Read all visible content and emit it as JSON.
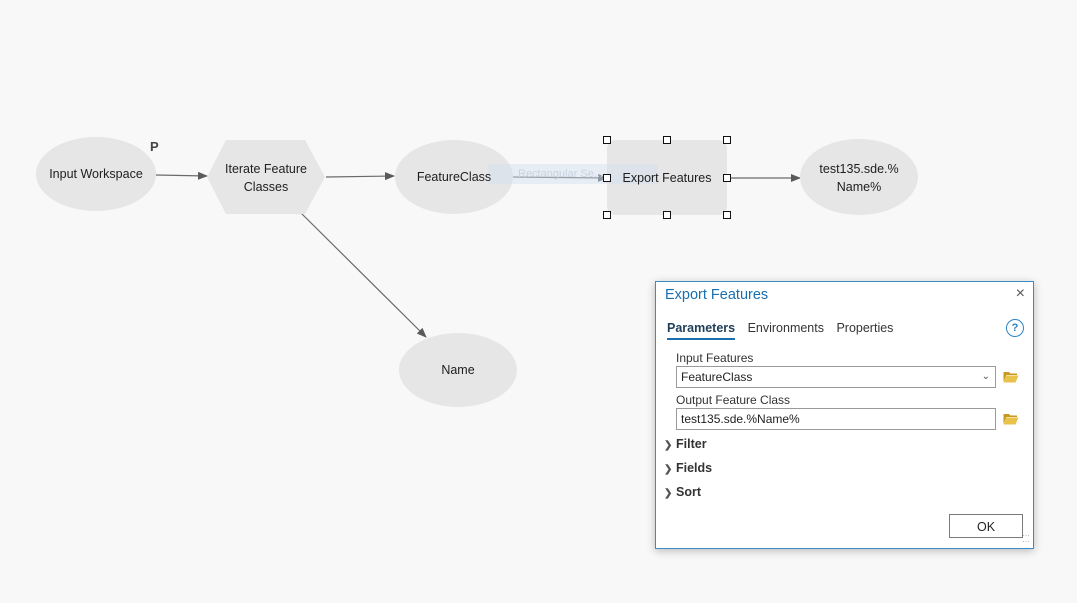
{
  "diagram": {
    "input_workspace": "Input Workspace",
    "parameter_badge": "P",
    "iterate_line1": "Iterate Feature",
    "iterate_line2": "Classes",
    "feature_class": "FeatureClass",
    "export_features": "Export Features",
    "output_line1": "test135.sde.%",
    "output_line2": "Name%",
    "name_node": "Name",
    "ghost_label": "Rectangular Se..."
  },
  "dialog": {
    "title": "Export Features",
    "close": "×",
    "tabs": [
      "Parameters",
      "Environments",
      "Properties"
    ],
    "active_tab": "Parameters",
    "help": "?",
    "input_features_label": "Input Features",
    "input_features_value": "FeatureClass",
    "output_class_label": "Output Feature Class",
    "output_class_value": "test135.sde.%Name%",
    "sections": [
      "Filter",
      "Fields",
      "Sort"
    ],
    "ok_label": "OK"
  },
  "colors": {
    "node_fill": "#e6e6e6",
    "accent": "#1a6fb0",
    "folder": "#dcb43c"
  }
}
